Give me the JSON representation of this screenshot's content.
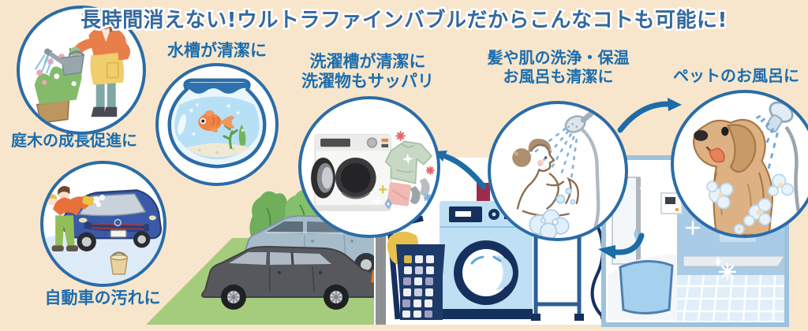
{
  "title": "長時間消えない!ウルトラファインバブルだからこんなコトも可能に!",
  "labels": {
    "garden": "庭木の成長促進に",
    "aquarium": "水槽が清潔に",
    "laundry": [
      "洗濯槽が清潔に",
      "洗濯物もサッパリ"
    ],
    "bath": [
      "髪や肌の洗浄・保温",
      "お風呂も清潔に"
    ],
    "pet": "ペットのお風呂に",
    "car": "自動車の汚れに"
  },
  "icons": [
    "watering-plants-illustration",
    "goldfish-bowl-illustration",
    "washing-machine-illustration",
    "woman-shower-illustration",
    "dog-bath-illustration",
    "car-washing-illustration",
    "trees-illustration",
    "parked-car-light-illustration",
    "parked-car-dark-illustration",
    "laundry-room-illustration",
    "bathroom-illustration",
    "curved-arrow"
  ],
  "palette": {
    "background": "#F8E6CC",
    "title_blue": "#35699E",
    "label_blue": "#1B6DAE",
    "circle_border": "#2B6CA7",
    "arrow_blue": "#1D6CA8",
    "grass_green": "#A5CB7D",
    "tree_green": "#74AF5F",
    "flat_light_blue": "#BFE0F4",
    "flat_navy": "#16305E",
    "bathroom_wall_blue": "#A9CBE5"
  }
}
